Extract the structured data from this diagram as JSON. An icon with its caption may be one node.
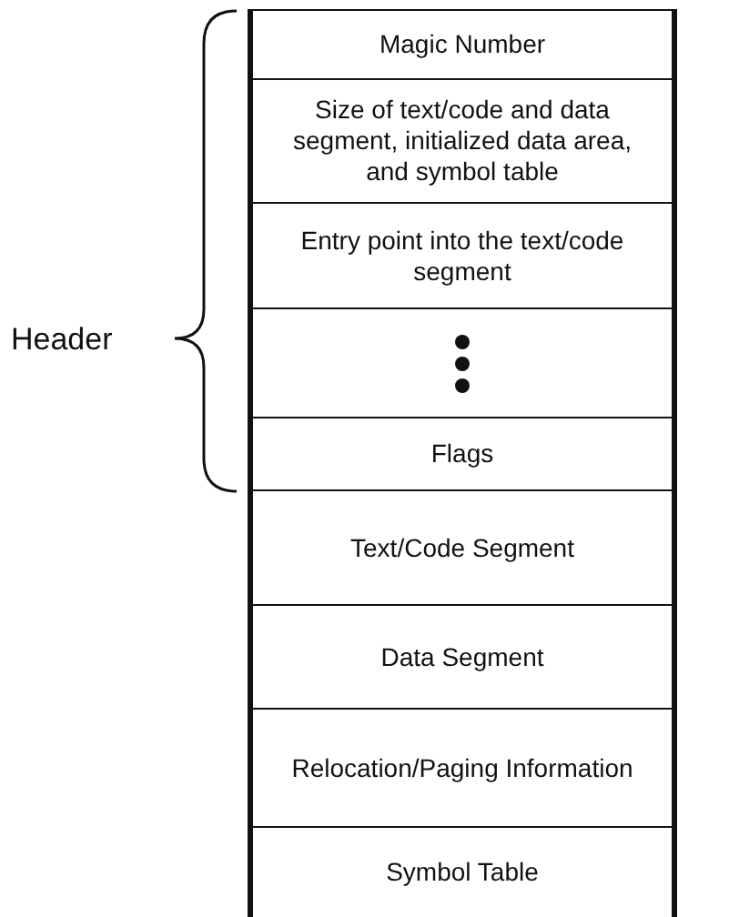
{
  "diagram": {
    "nodes": [
      {
        "text": [
          "Magic Number"
        ]
      },
      {
        "text": [
          "Size of text/code and data segment, initialized data area, and symbol table"
        ]
      },
      {
        "text": [
          "Entry point into the text/code segment"
        ]
      },
      {
        "text": [],
        "shape": "box"
      },
      {
        "text": [
          "Flags"
        ]
      },
      {
        "text": [
          "Text/Code Segment"
        ]
      },
      {
        "text": [
          "Data Segment"
        ]
      },
      {
        "text": [
          "Relocation/Paging Information"
        ]
      },
      {
        "text": [
          "Symbol Table"
        ]
      }
    ],
    "edges": [],
    "labels": [
      "Header"
    ]
  }
}
